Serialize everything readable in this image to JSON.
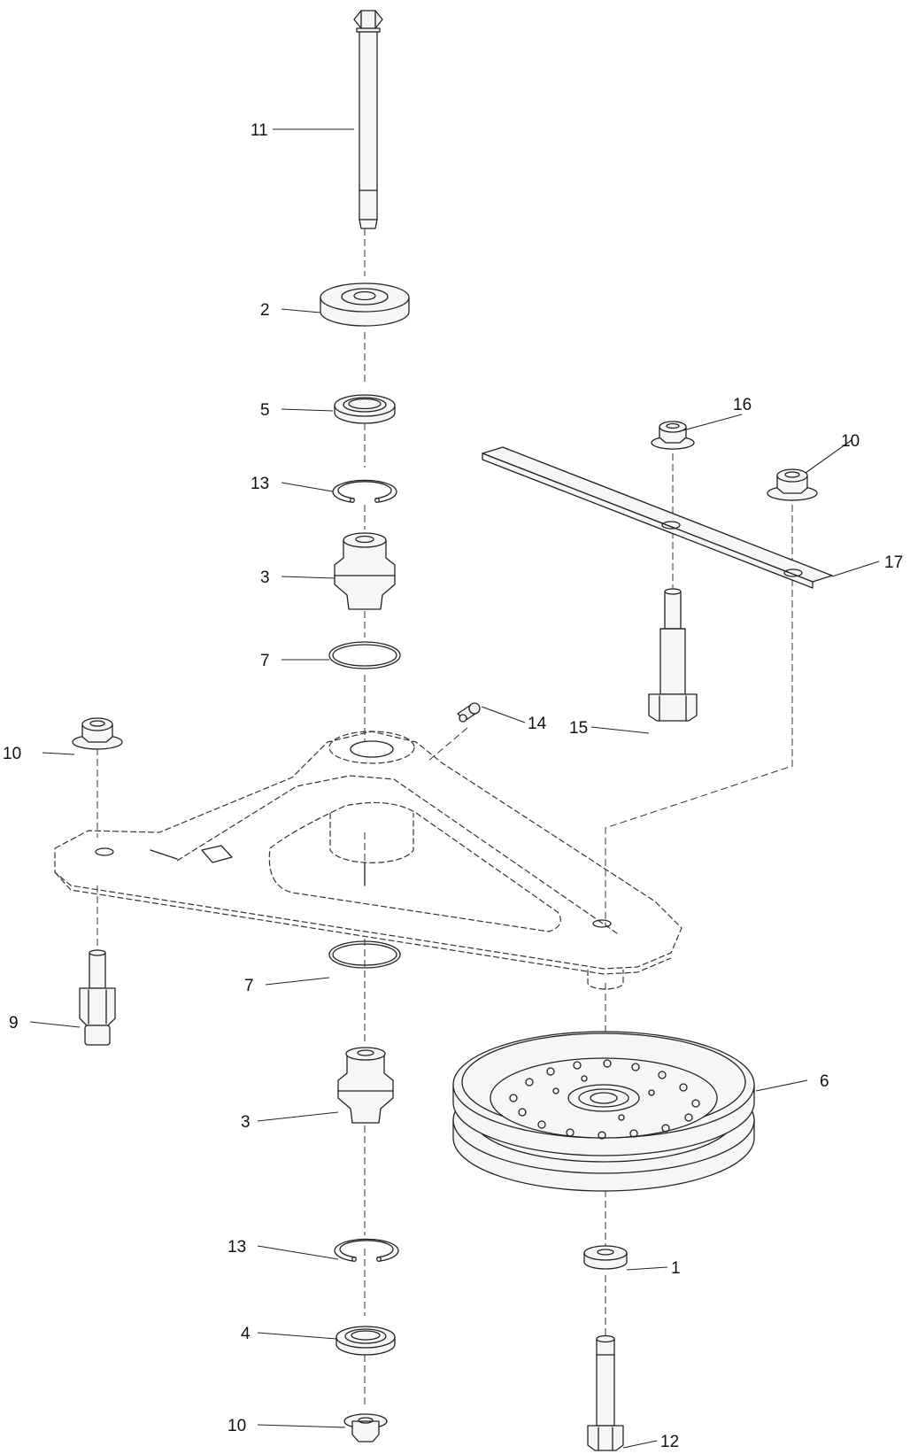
{
  "callouts": {
    "c1": "1",
    "c2": "2",
    "c3_upper": "3",
    "c3_lower": "3",
    "c4": "4",
    "c5": "5",
    "c6": "6",
    "c7_upper": "7",
    "c7_lower": "7",
    "c9": "9",
    "c10_left": "10",
    "c10_right": "10",
    "c10_bottom": "10",
    "c11": "11",
    "c12": "12",
    "c13_upper": "13",
    "c13_lower": "13",
    "c14": "14",
    "c15": "15",
    "c16": "16",
    "c17": "17"
  }
}
